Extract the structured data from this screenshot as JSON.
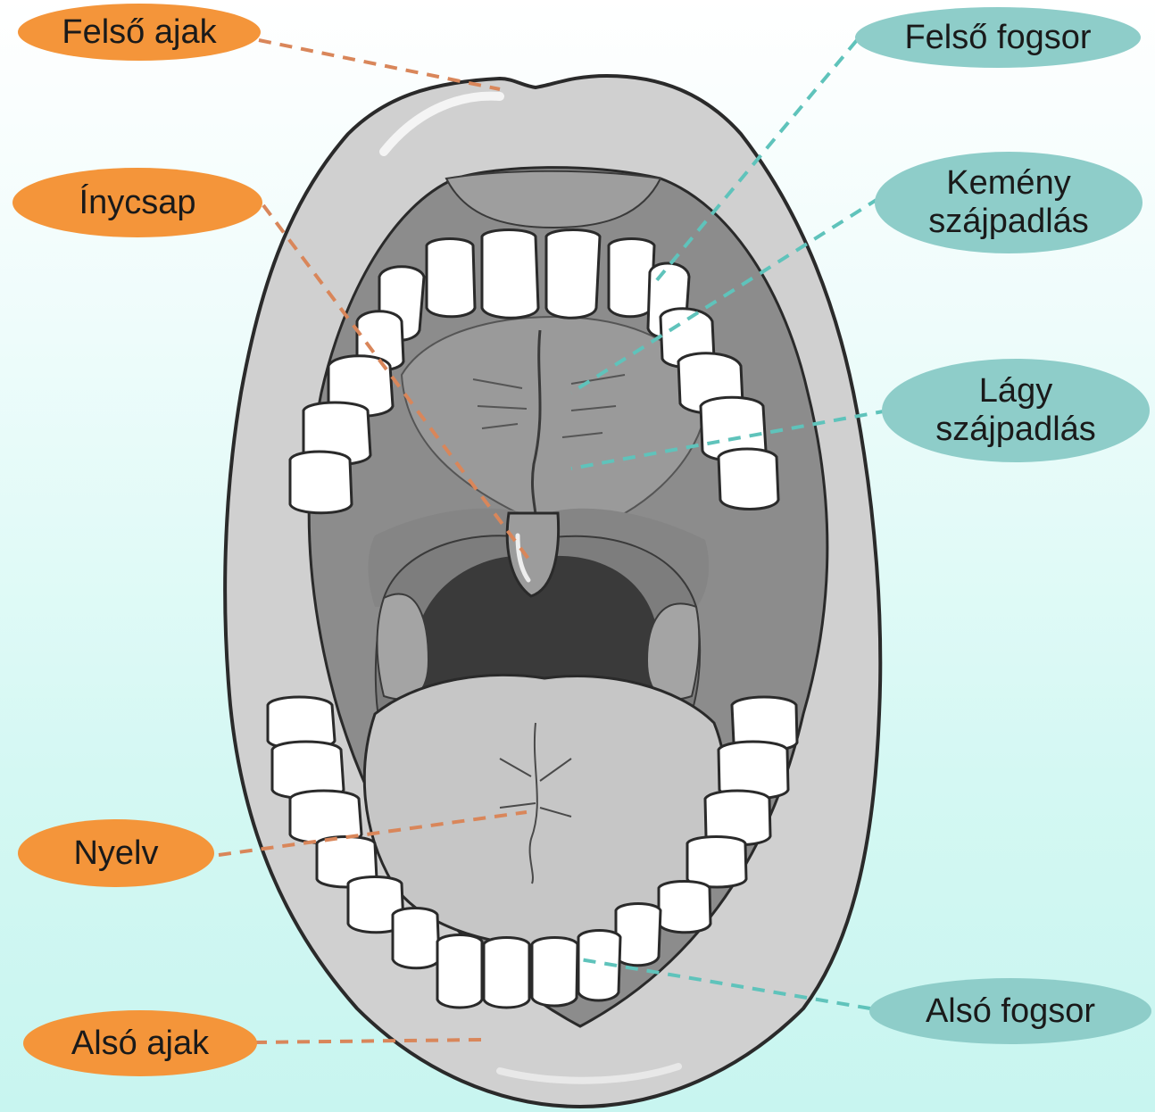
{
  "labels": {
    "upper_lip": "Felső ajak",
    "uvula": "Ínycsap",
    "tongue": "Nyelv",
    "lower_lip": "Alsó ajak",
    "upper_teeth": "Felső fogsor",
    "hard_palate_line1": "Kemény",
    "hard_palate_line2": "szájpadlás",
    "soft_palate_line1": "Lágy",
    "soft_palate_line2": "szájpadlás",
    "lower_teeth": "Alsó fogsor"
  },
  "colors": {
    "orange_label": "#f4953a",
    "teal_label": "#8ecdc9",
    "orange_leader": "#d9865a",
    "teal_leader": "#5fc3bb",
    "lip": "#d0d0d0",
    "palate": "#8c8c8c",
    "throat": "#3a3a3a",
    "tongue": "#c6c6c6",
    "tooth": "#ffffff"
  }
}
